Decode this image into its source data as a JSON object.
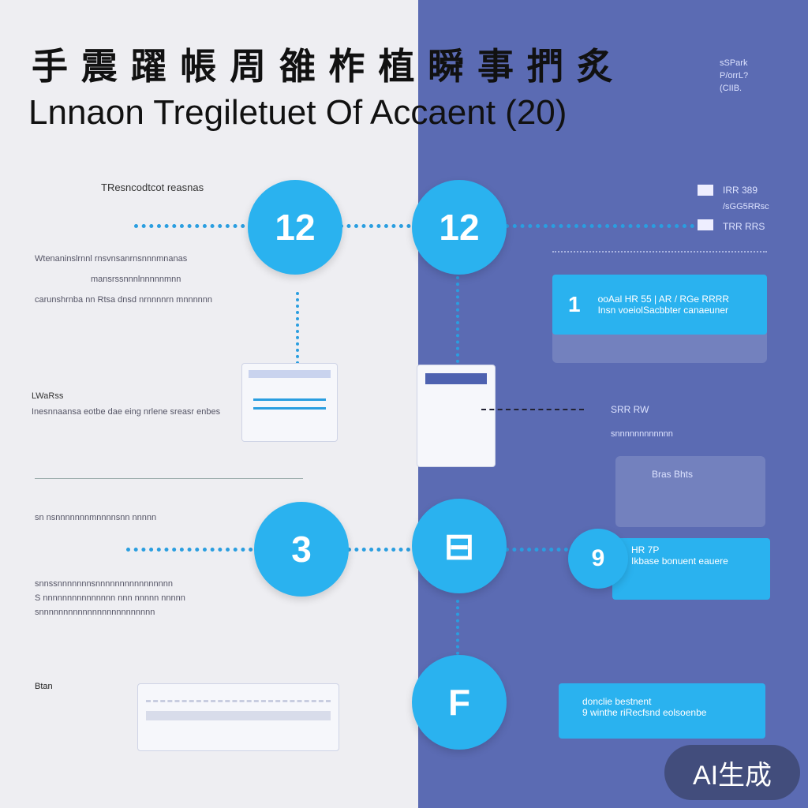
{
  "header": {
    "title_cn": "手 震 躍 帳 周 雒 柞 植 瞬 事 捫 炙",
    "title_en": "Lnnaon Tregiletuet Of Accaent (20)",
    "corner_note": [
      "sSPark",
      "P/orrL?",
      "(CIIB."
    ]
  },
  "left": {
    "subtitle": "TResncodtcot reasnas",
    "lines": [
      "Wtenaninslrnnl rnsvnsanrnsnnnmnanas",
      "mansrssnnnlnnnnnmnn",
      "carunshrnba nn Rtsa dnsd nrnnnnrn mnnnnnn",
      "LWaRss",
      "Inesnnaansa eotbe dae eing nrlene sreasr enbes",
      "sn nsnnnnnnnmnnnnsnn nnnnn",
      "snnssnnnnnnnsnnnnnnnnnnnnnnnn",
      "S nnnnnnnnnnnnnnn nnn nnnnn nnnnn",
      "snnnnnnnnnnnnnnnnnnnnnnnn",
      "Btan"
    ]
  },
  "steps": [
    {
      "label": "12"
    },
    {
      "label": "12"
    },
    {
      "label": "3"
    },
    {
      "label": "⊟"
    },
    {
      "label": "F"
    }
  ],
  "right": {
    "top_items": [
      "IRR 389",
      "/sGG5RRsc",
      "TRR RRS"
    ],
    "card1": {
      "number": "1",
      "line1": "ooAal HR 55 | AR / RGe RRRR",
      "line2": "Insn voeiolSacbbter canaeuner"
    },
    "mid_items": [
      "SRR RW",
      "snnnnnnnnnnnn"
    ],
    "panel_title": "Bras Bhts",
    "card2": {
      "icon": "9",
      "line1": "HR 7P",
      "line2": "Ikbase bonuent eauere"
    },
    "card3": {
      "line1": "donclie bestnent",
      "line2": "9 winthe riRecfsnd eolsoenbe"
    }
  },
  "badge": "AI生成"
}
